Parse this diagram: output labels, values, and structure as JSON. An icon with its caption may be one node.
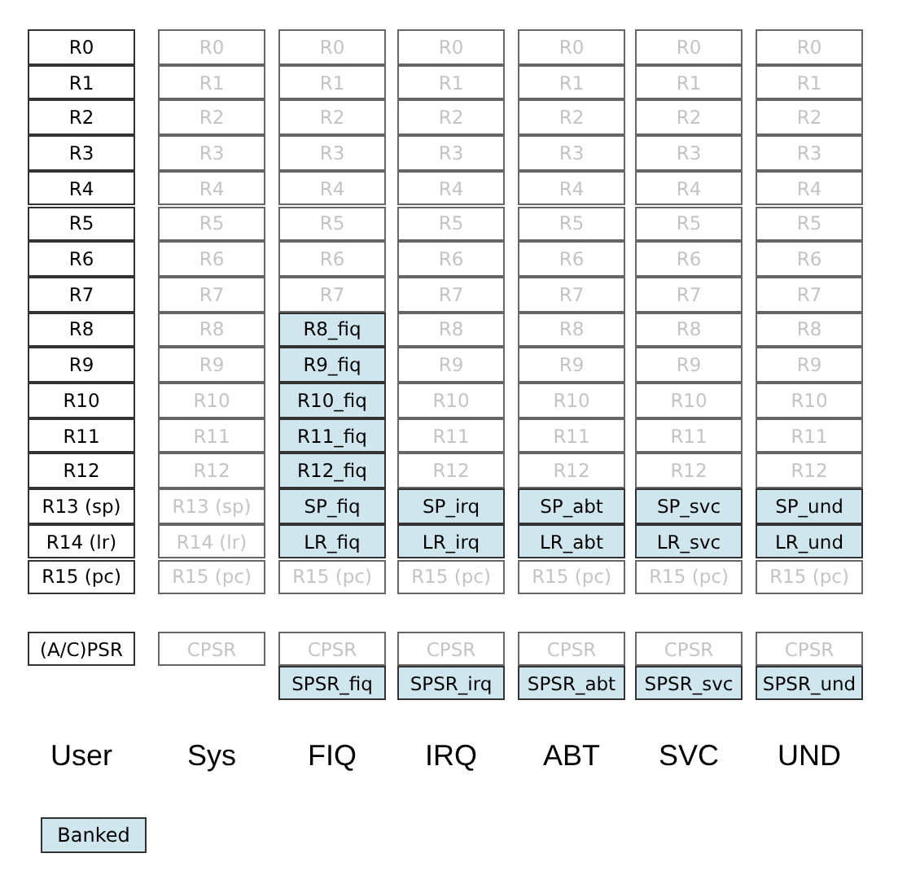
{
  "diagram": {
    "nodes": [
      {
        "text": [
          "R0"
        ]
      },
      {
        "text": [
          "R1"
        ]
      },
      {
        "text": [
          "R2"
        ]
      },
      {
        "text": [
          "R3"
        ]
      },
      {
        "text": [
          "R4"
        ]
      },
      {
        "text": [
          "R5"
        ]
      },
      {
        "text": [
          "R6"
        ]
      },
      {
        "text": [
          "R7"
        ]
      },
      {
        "text": [
          "R8"
        ]
      },
      {
        "text": [
          "R9"
        ]
      },
      {
        "text": [
          "R10"
        ]
      },
      {
        "text": [
          "R11"
        ]
      },
      {
        "text": [
          "R12"
        ]
      },
      {
        "text": [
          "R13 (sp)"
        ]
      },
      {
        "text": [
          "R14 (lr)"
        ]
      },
      {
        "text": [
          "R15 (pc)"
        ]
      },
      {
        "text": [
          "(A/C)PSR"
        ]
      },
      {
        "text": [
          "R0"
        ]
      },
      {
        "text": [
          "R1"
        ]
      },
      {
        "text": [
          "R2"
        ]
      },
      {
        "text": [
          "R3"
        ]
      },
      {
        "text": [
          "R4"
        ]
      },
      {
        "text": [
          "R5"
        ]
      },
      {
        "text": [
          "R6"
        ]
      },
      {
        "text": [
          "R7"
        ]
      },
      {
        "text": [
          "R8"
        ]
      },
      {
        "text": [
          "R9"
        ]
      },
      {
        "text": [
          "R10"
        ]
      },
      {
        "text": [
          "R11"
        ]
      },
      {
        "text": [
          "R12"
        ]
      },
      {
        "text": [
          "R13 (sp)"
        ]
      },
      {
        "text": [
          "R14 (lr)"
        ]
      },
      {
        "text": [
          "R15 (pc)"
        ]
      },
      {
        "text": [
          "CPSR"
        ]
      },
      {
        "text": [
          "R0"
        ]
      },
      {
        "text": [
          "R1"
        ]
      },
      {
        "text": [
          "R2"
        ]
      },
      {
        "text": [
          "R3"
        ]
      },
      {
        "text": [
          "R4"
        ]
      },
      {
        "text": [
          "R5"
        ]
      },
      {
        "text": [
          "R6"
        ]
      },
      {
        "text": [
          "R7"
        ]
      },
      {
        "text": [
          "R8_fiq"
        ]
      },
      {
        "text": [
          "R9_fiq"
        ]
      },
      {
        "text": [
          "R10_fiq"
        ]
      },
      {
        "text": [
          "R11_fiq"
        ]
      },
      {
        "text": [
          "R12_fiq"
        ]
      },
      {
        "text": [
          "SP_fiq"
        ]
      },
      {
        "text": [
          "LR_fiq"
        ]
      },
      {
        "text": [
          "R15 (pc)"
        ]
      },
      {
        "text": [
          "CPSR"
        ]
      },
      {
        "text": [
          "SPSR_fiq"
        ]
      },
      {
        "text": [
          "R0"
        ]
      },
      {
        "text": [
          "R1"
        ]
      },
      {
        "text": [
          "R2"
        ]
      },
      {
        "text": [
          "R3"
        ]
      },
      {
        "text": [
          "R4"
        ]
      },
      {
        "text": [
          "R5"
        ]
      },
      {
        "text": [
          "R6"
        ]
      },
      {
        "text": [
          "R7"
        ]
      },
      {
        "text": [
          "R8"
        ]
      },
      {
        "text": [
          "R9"
        ]
      },
      {
        "text": [
          "R10"
        ]
      },
      {
        "text": [
          "R11"
        ]
      },
      {
        "text": [
          "R12"
        ]
      },
      {
        "text": [
          "SP_irq"
        ]
      },
      {
        "text": [
          "LR_irq"
        ]
      },
      {
        "text": [
          "R15 (pc)"
        ]
      },
      {
        "text": [
          "CPSR"
        ]
      },
      {
        "text": [
          "SPSR_irq"
        ]
      },
      {
        "text": [
          "R0"
        ]
      },
      {
        "text": [
          "R1"
        ]
      },
      {
        "text": [
          "R2"
        ]
      },
      {
        "text": [
          "R3"
        ]
      },
      {
        "text": [
          "R4"
        ]
      },
      {
        "text": [
          "R5"
        ]
      },
      {
        "text": [
          "R6"
        ]
      },
      {
        "text": [
          "R7"
        ]
      },
      {
        "text": [
          "R8"
        ]
      },
      {
        "text": [
          "R9"
        ]
      },
      {
        "text": [
          "R10"
        ]
      },
      {
        "text": [
          "R11"
        ]
      },
      {
        "text": [
          "R12"
        ]
      },
      {
        "text": [
          "SP_abt"
        ]
      },
      {
        "text": [
          "LR_abt"
        ]
      },
      {
        "text": [
          "R15 (pc)"
        ]
      },
      {
        "text": [
          "CPSR"
        ]
      },
      {
        "text": [
          "SPSR_abt"
        ]
      },
      {
        "text": [
          "R0"
        ]
      },
      {
        "text": [
          "R1"
        ]
      },
      {
        "text": [
          "R2"
        ]
      },
      {
        "text": [
          "R3"
        ]
      },
      {
        "text": [
          "R4"
        ]
      },
      {
        "text": [
          "R5"
        ]
      },
      {
        "text": [
          "R6"
        ]
      },
      {
        "text": [
          "R7"
        ]
      },
      {
        "text": [
          "R8"
        ]
      },
      {
        "text": [
          "R9"
        ]
      },
      {
        "text": [
          "R10"
        ]
      },
      {
        "text": [
          "R11"
        ]
      },
      {
        "text": [
          "R12"
        ]
      },
      {
        "text": [
          "SP_svc"
        ]
      },
      {
        "text": [
          "LR_svc"
        ]
      },
      {
        "text": [
          "R15 (pc)"
        ]
      },
      {
        "text": [
          "CPSR"
        ]
      },
      {
        "text": [
          "SPSR_svc"
        ]
      },
      {
        "text": [
          "R0"
        ]
      },
      {
        "text": [
          "R1"
        ]
      },
      {
        "text": [
          "R2"
        ]
      },
      {
        "text": [
          "R3"
        ]
      },
      {
        "text": [
          "R4"
        ]
      },
      {
        "text": [
          "R5"
        ]
      },
      {
        "text": [
          "R6"
        ]
      },
      {
        "text": [
          "R7"
        ]
      },
      {
        "text": [
          "R8"
        ]
      },
      {
        "text": [
          "R9"
        ]
      },
      {
        "text": [
          "R10"
        ]
      },
      {
        "text": [
          "R11"
        ]
      },
      {
        "text": [
          "R12"
        ]
      },
      {
        "text": [
          "SP_und"
        ]
      },
      {
        "text": [
          "LR_und"
        ]
      },
      {
        "text": [
          "R15 (pc)"
        ]
      },
      {
        "text": [
          "CPSR"
        ]
      },
      {
        "text": [
          "SPSR_und"
        ]
      }
    ],
    "labels": [
      "User",
      "Sys",
      "FIQ",
      "IRQ",
      "ABT",
      "SVC",
      "UND"
    ],
    "legend": [
      {
        "text": "Banked",
        "color": "#cfe6ee"
      }
    ]
  }
}
